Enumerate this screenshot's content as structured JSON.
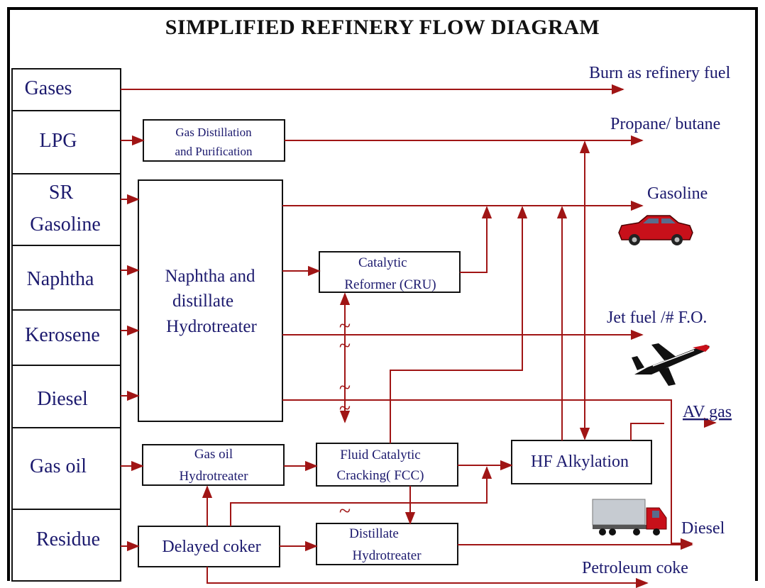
{
  "title": "SIMPLIFIED REFINERY FLOW DIAGRAM",
  "fractions": [
    "Gases",
    "LPG",
    "SR",
    "Gasoline",
    "Naphtha",
    "Kerosene",
    "Diesel",
    "Gas oil",
    "Residue"
  ],
  "units": {
    "gas_distillation_1": "Gas Distillation",
    "gas_distillation_2": "and Purification",
    "hydrotreater_1": "Naphtha and",
    "hydrotreater_2": "distillate",
    "hydrotreater_3": "Hydrotreater",
    "reformer_1": "Catalytic",
    "reformer_2": "Reformer (CRU)",
    "fcc_1": "Fluid Catalytic",
    "fcc_2": "Cracking( FCC)",
    "gasoil_ht_1": "Gas oil",
    "gasoil_ht_2": "Hydrotreater",
    "hf_alkylation": "HF Alkylation",
    "coker": "Delayed coker",
    "distillate_ht_1": "Distillate",
    "distillate_ht_2": "Hydrotreater"
  },
  "products": {
    "burn": "Burn as refinery fuel",
    "propane": "Propane/ butane",
    "gasoline": "Gasoline",
    "jet": "Jet fuel /# F.O.",
    "avgas": "AV gas",
    "diesel": "Diesel",
    "coke": "Petroleum coke"
  },
  "colors": {
    "flow_line": "#a01515",
    "label_text": "#1c1a6e",
    "box_border": "#111111"
  },
  "icons": [
    "car-icon",
    "airplane-icon",
    "truck-icon"
  ]
}
